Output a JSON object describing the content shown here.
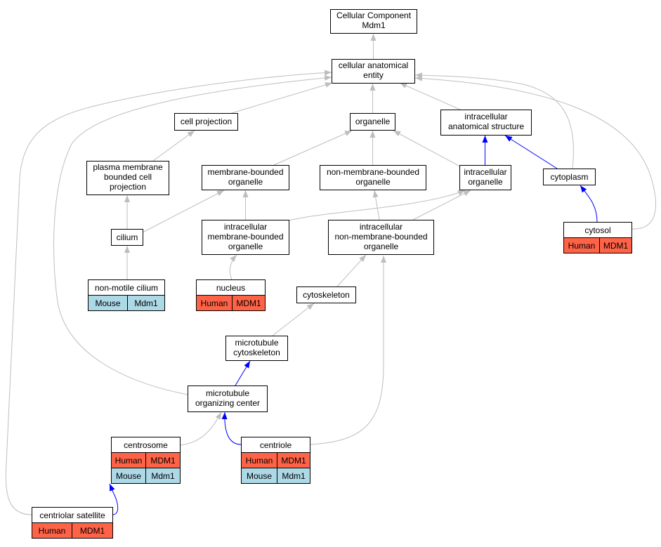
{
  "colors": {
    "edge": "#bebebe",
    "edge_highlight": "#0000ff",
    "human": "#ff6347",
    "mouse": "#add8e6"
  },
  "nodes": {
    "root": {
      "lines": [
        "Cellular Component",
        "Mdm1"
      ]
    },
    "cellular_anatomical_entity": {
      "lines": [
        "cellular anatomical",
        "entity"
      ]
    },
    "cell_projection": {
      "lines": [
        "cell projection"
      ]
    },
    "organelle": {
      "lines": [
        "organelle"
      ]
    },
    "intracellular_anatomical_structure": {
      "lines": [
        "intracellular",
        "anatomical structure"
      ]
    },
    "plasma_membrane_bounded_cell_projection": {
      "lines": [
        "plasma membrane",
        "bounded cell",
        "projection"
      ]
    },
    "membrane_bounded_organelle": {
      "lines": [
        "membrane-bounded",
        "organelle"
      ]
    },
    "non_membrane_bounded_organelle": {
      "lines": [
        "non-membrane-bounded",
        "organelle"
      ]
    },
    "intracellular_organelle": {
      "lines": [
        "intracellular",
        "organelle"
      ]
    },
    "cytoplasm": {
      "lines": [
        "cytoplasm"
      ]
    },
    "cilium": {
      "lines": [
        "cilium"
      ]
    },
    "intracellular_membrane_bounded_organelle": {
      "lines": [
        "intracellular",
        "membrane-bounded",
        "organelle"
      ]
    },
    "intracellular_non_membrane_bounded_organelle": {
      "lines": [
        "intracellular",
        "non-membrane-bounded",
        "organelle"
      ]
    },
    "cytosol": {
      "lines": [
        "cytosol"
      ],
      "annotations": [
        {
          "species": "Human",
          "gene": "MDM1"
        }
      ]
    },
    "non_motile_cilium": {
      "lines": [
        "non-motile cilium"
      ],
      "annotations": [
        {
          "species": "Mouse",
          "gene": "Mdm1"
        }
      ]
    },
    "nucleus": {
      "lines": [
        "nucleus"
      ],
      "annotations": [
        {
          "species": "Human",
          "gene": "MDM1"
        }
      ]
    },
    "cytoskeleton": {
      "lines": [
        "cytoskeleton"
      ]
    },
    "microtubule_cytoskeleton": {
      "lines": [
        "microtubule",
        "cytoskeleton"
      ]
    },
    "microtubule_organizing_center": {
      "lines": [
        "microtubule",
        "organizing center"
      ]
    },
    "centrosome": {
      "lines": [
        "centrosome"
      ],
      "annotations": [
        {
          "species": "Human",
          "gene": "MDM1"
        },
        {
          "species": "Mouse",
          "gene": "Mdm1"
        }
      ]
    },
    "centriole": {
      "lines": [
        "centriole"
      ],
      "annotations": [
        {
          "species": "Human",
          "gene": "MDM1"
        },
        {
          "species": "Mouse",
          "gene": "Mdm1"
        }
      ]
    },
    "centriolar_satellite": {
      "lines": [
        "centriolar satellite"
      ],
      "annotations": [
        {
          "species": "Human",
          "gene": "MDM1"
        }
      ]
    }
  }
}
